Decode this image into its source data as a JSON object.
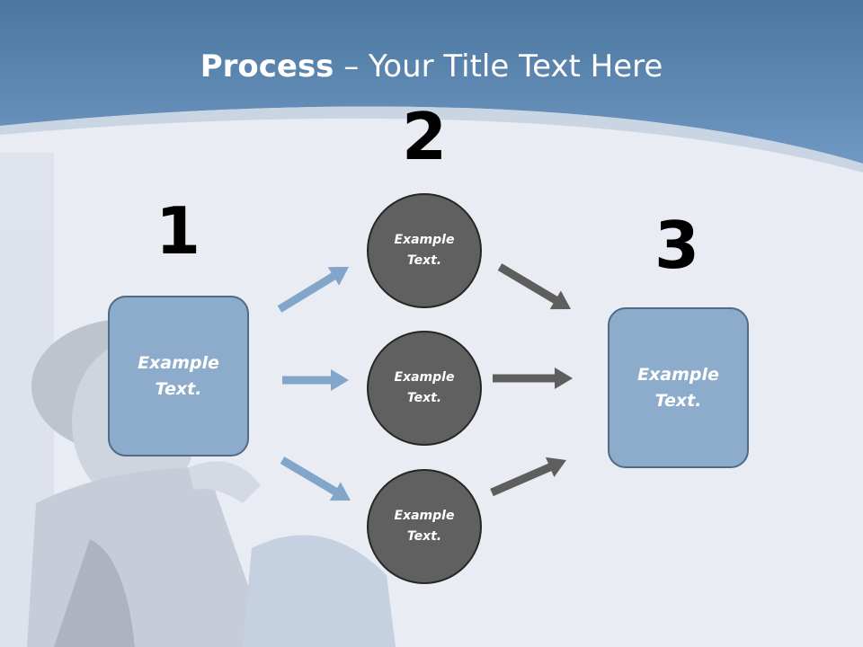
{
  "title": {
    "bold": "Process",
    "rest": " – Your Title Text Here"
  },
  "steps": {
    "one": {
      "number": "1",
      "label": "Example\nText."
    },
    "two": {
      "number": "2"
    },
    "three": {
      "number": "3",
      "label": "Example\nText."
    }
  },
  "circles": [
    {
      "label": "Example\nText."
    },
    {
      "label": "Example\nText."
    },
    {
      "label": "Example\nText."
    }
  ],
  "colors": {
    "header": "#5b86b0",
    "box_fill": "#8daccb",
    "box_border": "#4f6b86",
    "circle_fill": "#606060",
    "arrow_blue": "#82a6c9",
    "arrow_gray": "#5e5e5e"
  }
}
